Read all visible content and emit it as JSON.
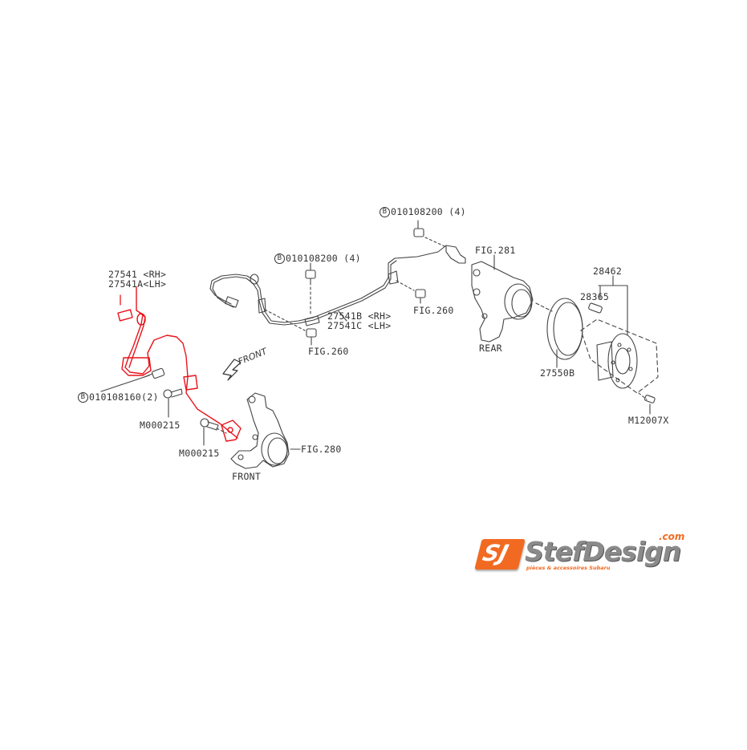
{
  "diagram": {
    "title": "ABS sensor / rear hub exploded parts diagram",
    "highlight_color": "#e8141c",
    "line_color": "#333333",
    "labels": {
      "part_27541": "27541",
      "part_27541_side": " <RH>",
      "part_27541A": "27541A<LH>",
      "bolt_010108160": "010108160(2)",
      "bolt_prefix_B": "B",
      "m000215_a": "M000215",
      "m000215_b": "M000215",
      "fig280": "FIG.280",
      "front_knuckle": "FRONT",
      "front_arrow": "FRONT",
      "bolt_010108200_mid": "010108200 (4)",
      "bolt_010108200_top": "010108200 (4)",
      "part_27541B": "27541B <RH>",
      "part_27541C": "27541C <LH>",
      "fig260_left": "FIG.260",
      "fig260_right": "FIG.260",
      "fig281": "FIG.281",
      "rear": "REAR",
      "part_27550B": "27550B",
      "part_28462": "28462",
      "part_28365": "28365",
      "m12007x": "M12007X"
    }
  },
  "logo": {
    "mark": "SJ",
    "name": "StefDesign",
    "domain": ".com",
    "tagline": "pièces & accessoires Subaru",
    "brand_color": "#f26a21"
  }
}
